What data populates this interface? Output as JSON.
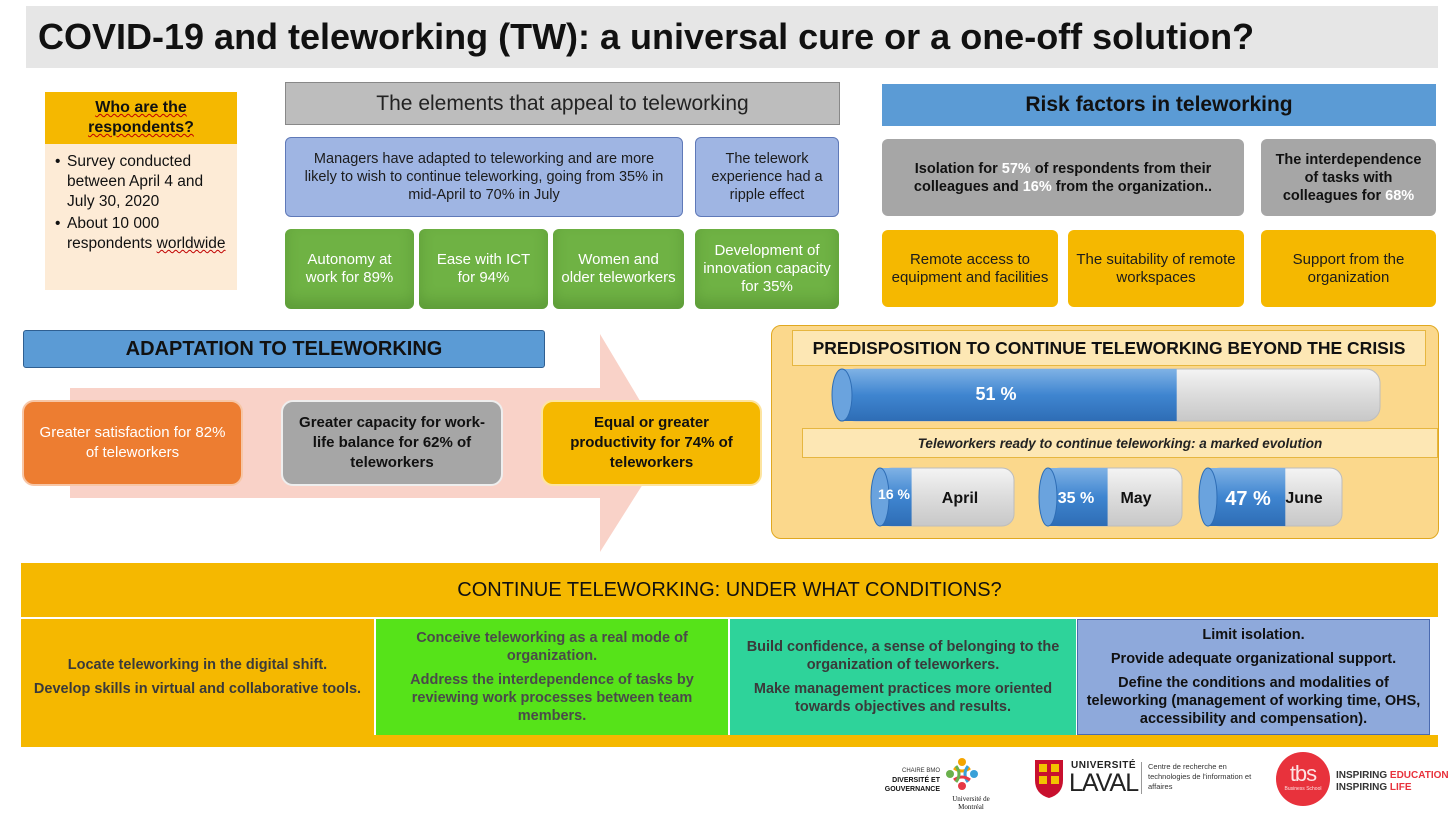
{
  "title": "COVID-19 and teleworking (TW): a universal cure or a one-off solution?",
  "respondents": {
    "heading": "Who are the respondents?",
    "items": [
      "Survey conducted between April 4 and July 30, 2020",
      "About 10 000 respondents"
    ],
    "last_word": "worldwide"
  },
  "appeal": {
    "heading": "The elements that appeal to teleworking",
    "managers": "Managers have adapted to teleworking and are more likely to wish to continue teleworking, going from 35% in mid-April to 70% in July",
    "ripple": "The telework experience had a ripple effect",
    "autonomy": "Autonomy at work for 89%",
    "ict": "Ease with ICT for 94%",
    "women": "Women and older teleworkers",
    "innovation": "Development of innovation capacity for 35%"
  },
  "risk": {
    "heading": "Risk factors in teleworking",
    "isolation": {
      "pre": "Isolation for ",
      "pct1": "57%",
      "mid": " of respondents from their colleagues and ",
      "pct2": "16%",
      "post": " from the organization.."
    },
    "interdep": {
      "pre": "The interdependence of tasks with colleagues for ",
      "pct": "68%"
    },
    "remote": "Remote access to equipment and facilities",
    "suitability": "The suitability of remote workspaces",
    "support": "Support from the organization"
  },
  "adaptation": {
    "heading": "ADAPTATION TO TELEWORKING",
    "satisfaction": "Greater satisfaction for 82% of teleworkers",
    "balance": "Greater capacity for work-life balance for 62% of teleworkers",
    "productivity": "Equal or greater productivity for 74% of teleworkers"
  },
  "predisposition": {
    "heading": "PREDISPOSITION TO CONTINUE TELEWORKING BEYOND THE CRISIS",
    "overall_label": "51 %",
    "overall_value": 51,
    "subtitle": "Teleworkers ready to continue teleworking: a marked evolution",
    "months": [
      {
        "label": "16 %",
        "value": 16,
        "name": "April"
      },
      {
        "label": "35 %",
        "value": 35,
        "name": "May"
      },
      {
        "label": "47 %",
        "value": 47,
        "name": "June"
      }
    ]
  },
  "conditions": {
    "heading": "CONTINUE TELEWORKING: UNDER WHAT CONDITIONS?",
    "col1": [
      "Locate teleworking in the digital shift.",
      "Develop skills in virtual and collaborative tools."
    ],
    "col2": [
      "Conceive teleworking as a real mode of organization.",
      "Address the interdependence of tasks by reviewing work processes between team members."
    ],
    "col3": [
      "Build confidence, a sense of belonging to the organization of teleworkers.",
      "Make management practices more oriented towards objectives and results."
    ],
    "col4": [
      "Limit isolation.",
      "Provide adequate organizational support.",
      "Define the conditions and modalities of teleworking (management of working time, OHS, accessibility and compensation)."
    ]
  },
  "logos": {
    "chaire_small": "CHAIRE BMO",
    "chaire_main": "DIVERSITÉ ET GOUVERNANCE",
    "udem": "Université de Montréal",
    "laval_top": "UNIVERSITÉ",
    "laval_main": "LAVAL",
    "laval_centre": "Centre de recherche en technologies de l'information et affaires",
    "tbs_mark": "tbs",
    "tbs_sub": "Business School",
    "tbs_slogan1_a": "INSPIRING ",
    "tbs_slogan1_b": "EDUCATION",
    "tbs_slogan2_a": "INSPIRING ",
    "tbs_slogan2_b": "LIFE"
  },
  "colors": {
    "yellow": "#f5b800",
    "blue": "#5b9bd5",
    "green": "#6fb244",
    "orange": "#ed7d31",
    "gray": "#a6a6a6"
  }
}
